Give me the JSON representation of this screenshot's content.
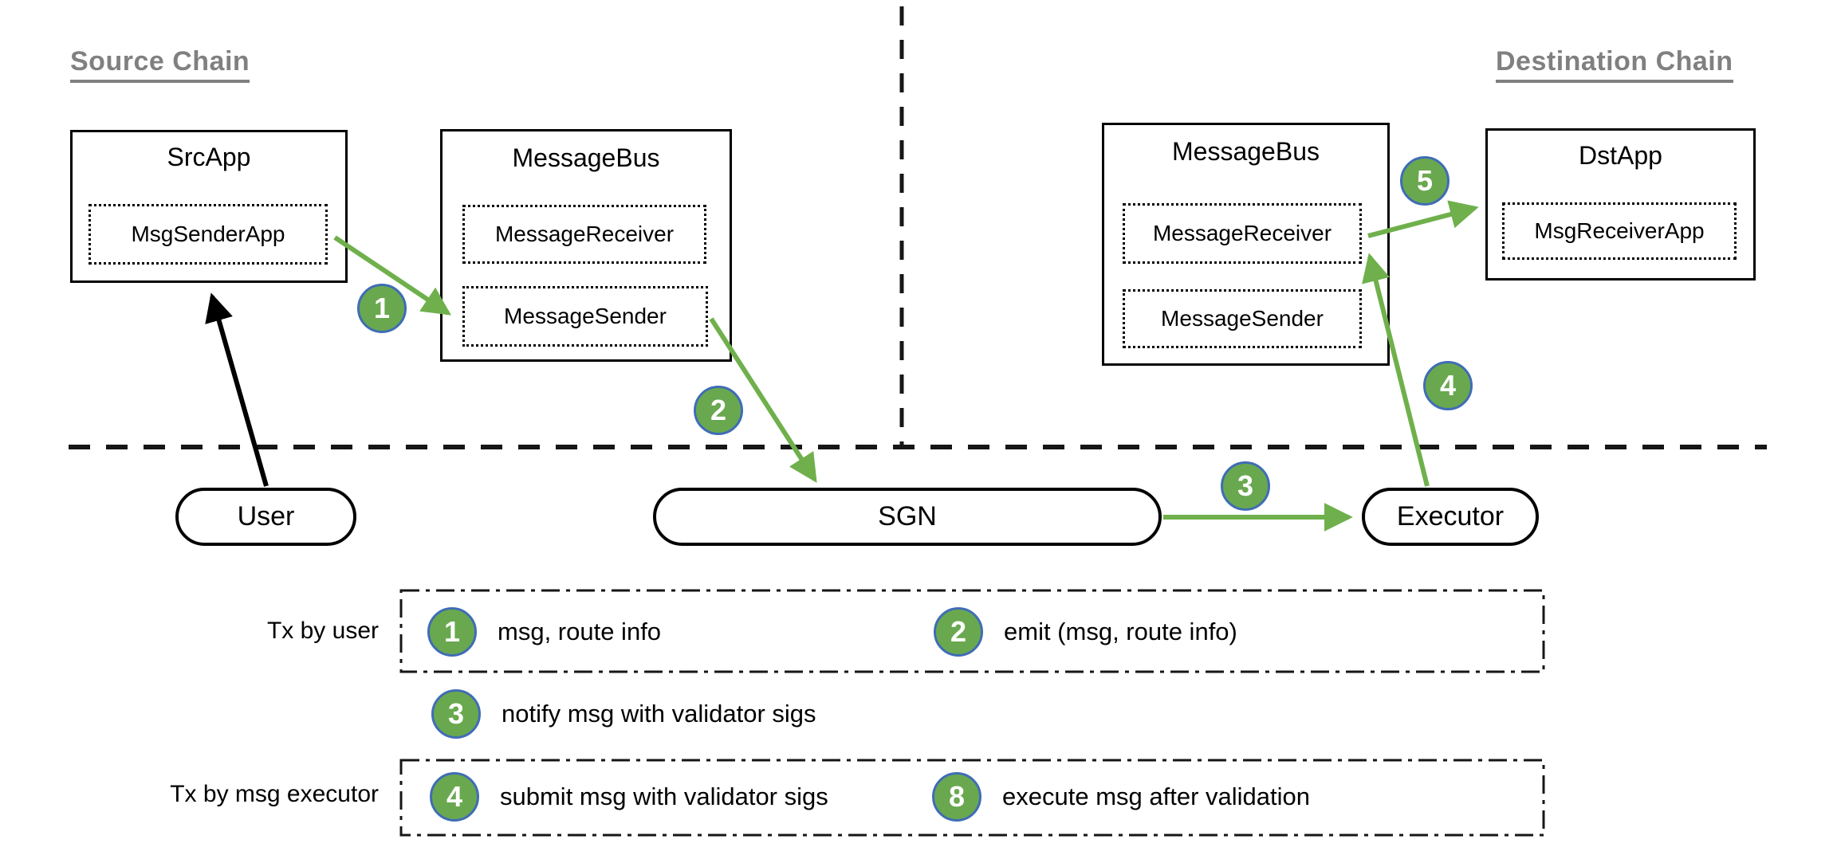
{
  "colors": {
    "badge_green": "#6aa84f",
    "badge_border_blue": "#3f6db5",
    "arrow_green": "#6fb04c",
    "heading_gray": "#808080"
  },
  "headers": {
    "source": "Source Chain",
    "destination": "Destination Chain"
  },
  "source_chain": {
    "src_app": {
      "title": "SrcApp",
      "inner": "MsgSenderApp"
    },
    "message_bus": {
      "title": "MessageBus",
      "receiver": "MessageReceiver",
      "sender": "MessageSender"
    }
  },
  "destination_chain": {
    "message_bus": {
      "title": "MessageBus",
      "receiver": "MessageReceiver",
      "sender": "MessageSender"
    },
    "dst_app": {
      "title": "DstApp",
      "inner": "MsgReceiverApp"
    }
  },
  "offchain": {
    "user": "User",
    "sgn": "SGN",
    "executor": "Executor"
  },
  "badges": {
    "b1": "1",
    "b2": "2",
    "b3": "3",
    "b4": "4",
    "b5": "5"
  },
  "legend": {
    "row1_label": "Tx by user",
    "row2_label": "Tx by msg executor",
    "items": [
      {
        "num": "1",
        "text": "msg, route info"
      },
      {
        "num": "2",
        "text": "emit (msg, route info)"
      },
      {
        "num": "3",
        "text": "notify msg with validator sigs"
      },
      {
        "num": "4",
        "text": "submit msg with validator sigs"
      },
      {
        "num": "8",
        "text": "execute msg after validation"
      }
    ]
  }
}
